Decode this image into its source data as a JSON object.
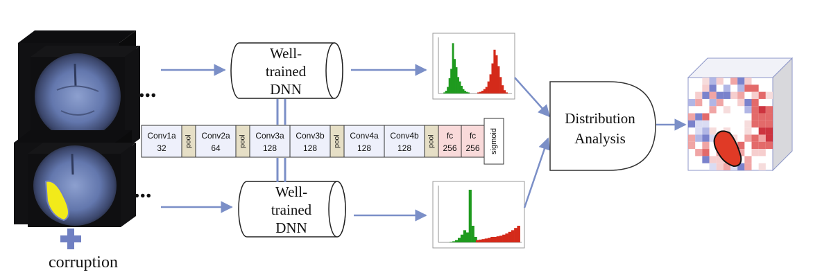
{
  "ellipsis_top": "...",
  "ellipsis_bottom": "...",
  "dnn_top": {
    "line1": "Well-",
    "line2": "trained",
    "line3": "DNN"
  },
  "dnn_bottom": {
    "line1": "Well-",
    "line2": "trained",
    "line3": "DNN"
  },
  "corruption_label": "corruption",
  "distribution_analysis": {
    "line1": "Distribution",
    "line2": "Analysis"
  },
  "network_layers": [
    {
      "name": "Conv1a",
      "value": "32"
    },
    {
      "name": "pool",
      "value": ""
    },
    {
      "name": "Conv2a",
      "value": "64"
    },
    {
      "name": "pool",
      "value": ""
    },
    {
      "name": "Conv3a",
      "value": "128"
    },
    {
      "name": "Conv3b",
      "value": "128"
    },
    {
      "name": "pool",
      "value": ""
    },
    {
      "name": "Conv4a",
      "value": "128"
    },
    {
      "name": "Conv4b",
      "value": "128"
    },
    {
      "name": "pool",
      "value": ""
    },
    {
      "name": "fc",
      "value": "256"
    },
    {
      "name": "fc",
      "value": "256"
    },
    {
      "name": "sigmoid",
      "value": ""
    }
  ],
  "colors": {
    "arrow": "#7b8fc7",
    "conv_fill": "#eef0fb",
    "pool_fill": "#e6dfc6",
    "fc_fill": "#f9dada",
    "hist_green": "#1e9a1e",
    "hist_red": "#d42a1a",
    "corruption_yellow": "#f2ea1a",
    "plus_blue": "#7080c2"
  },
  "histogram_top": {
    "green": [
      0.02,
      0.05,
      0.12,
      0.28,
      0.45,
      0.92,
      0.63,
      0.48,
      0.3,
      0.22,
      0.14,
      0.08,
      0.05,
      0.03,
      0.02
    ],
    "red": [
      0.02,
      0.03,
      0.05,
      0.08,
      0.12,
      0.22,
      0.35,
      0.55,
      0.8,
      0.7,
      0.5,
      0.3,
      0.15,
      0.06,
      0.02
    ]
  },
  "histogram_bottom": {
    "green": [
      0.01,
      0.02,
      0.04,
      0.08,
      0.14,
      0.22,
      0.18,
      0.95,
      0.3,
      0.1,
      0.04,
      0.02
    ],
    "red": [
      0.04,
      0.05,
      0.06,
      0.07,
      0.08,
      0.1,
      0.1,
      0.11,
      0.12,
      0.14,
      0.16,
      0.19,
      0.22,
      0.26,
      0.3
    ]
  }
}
